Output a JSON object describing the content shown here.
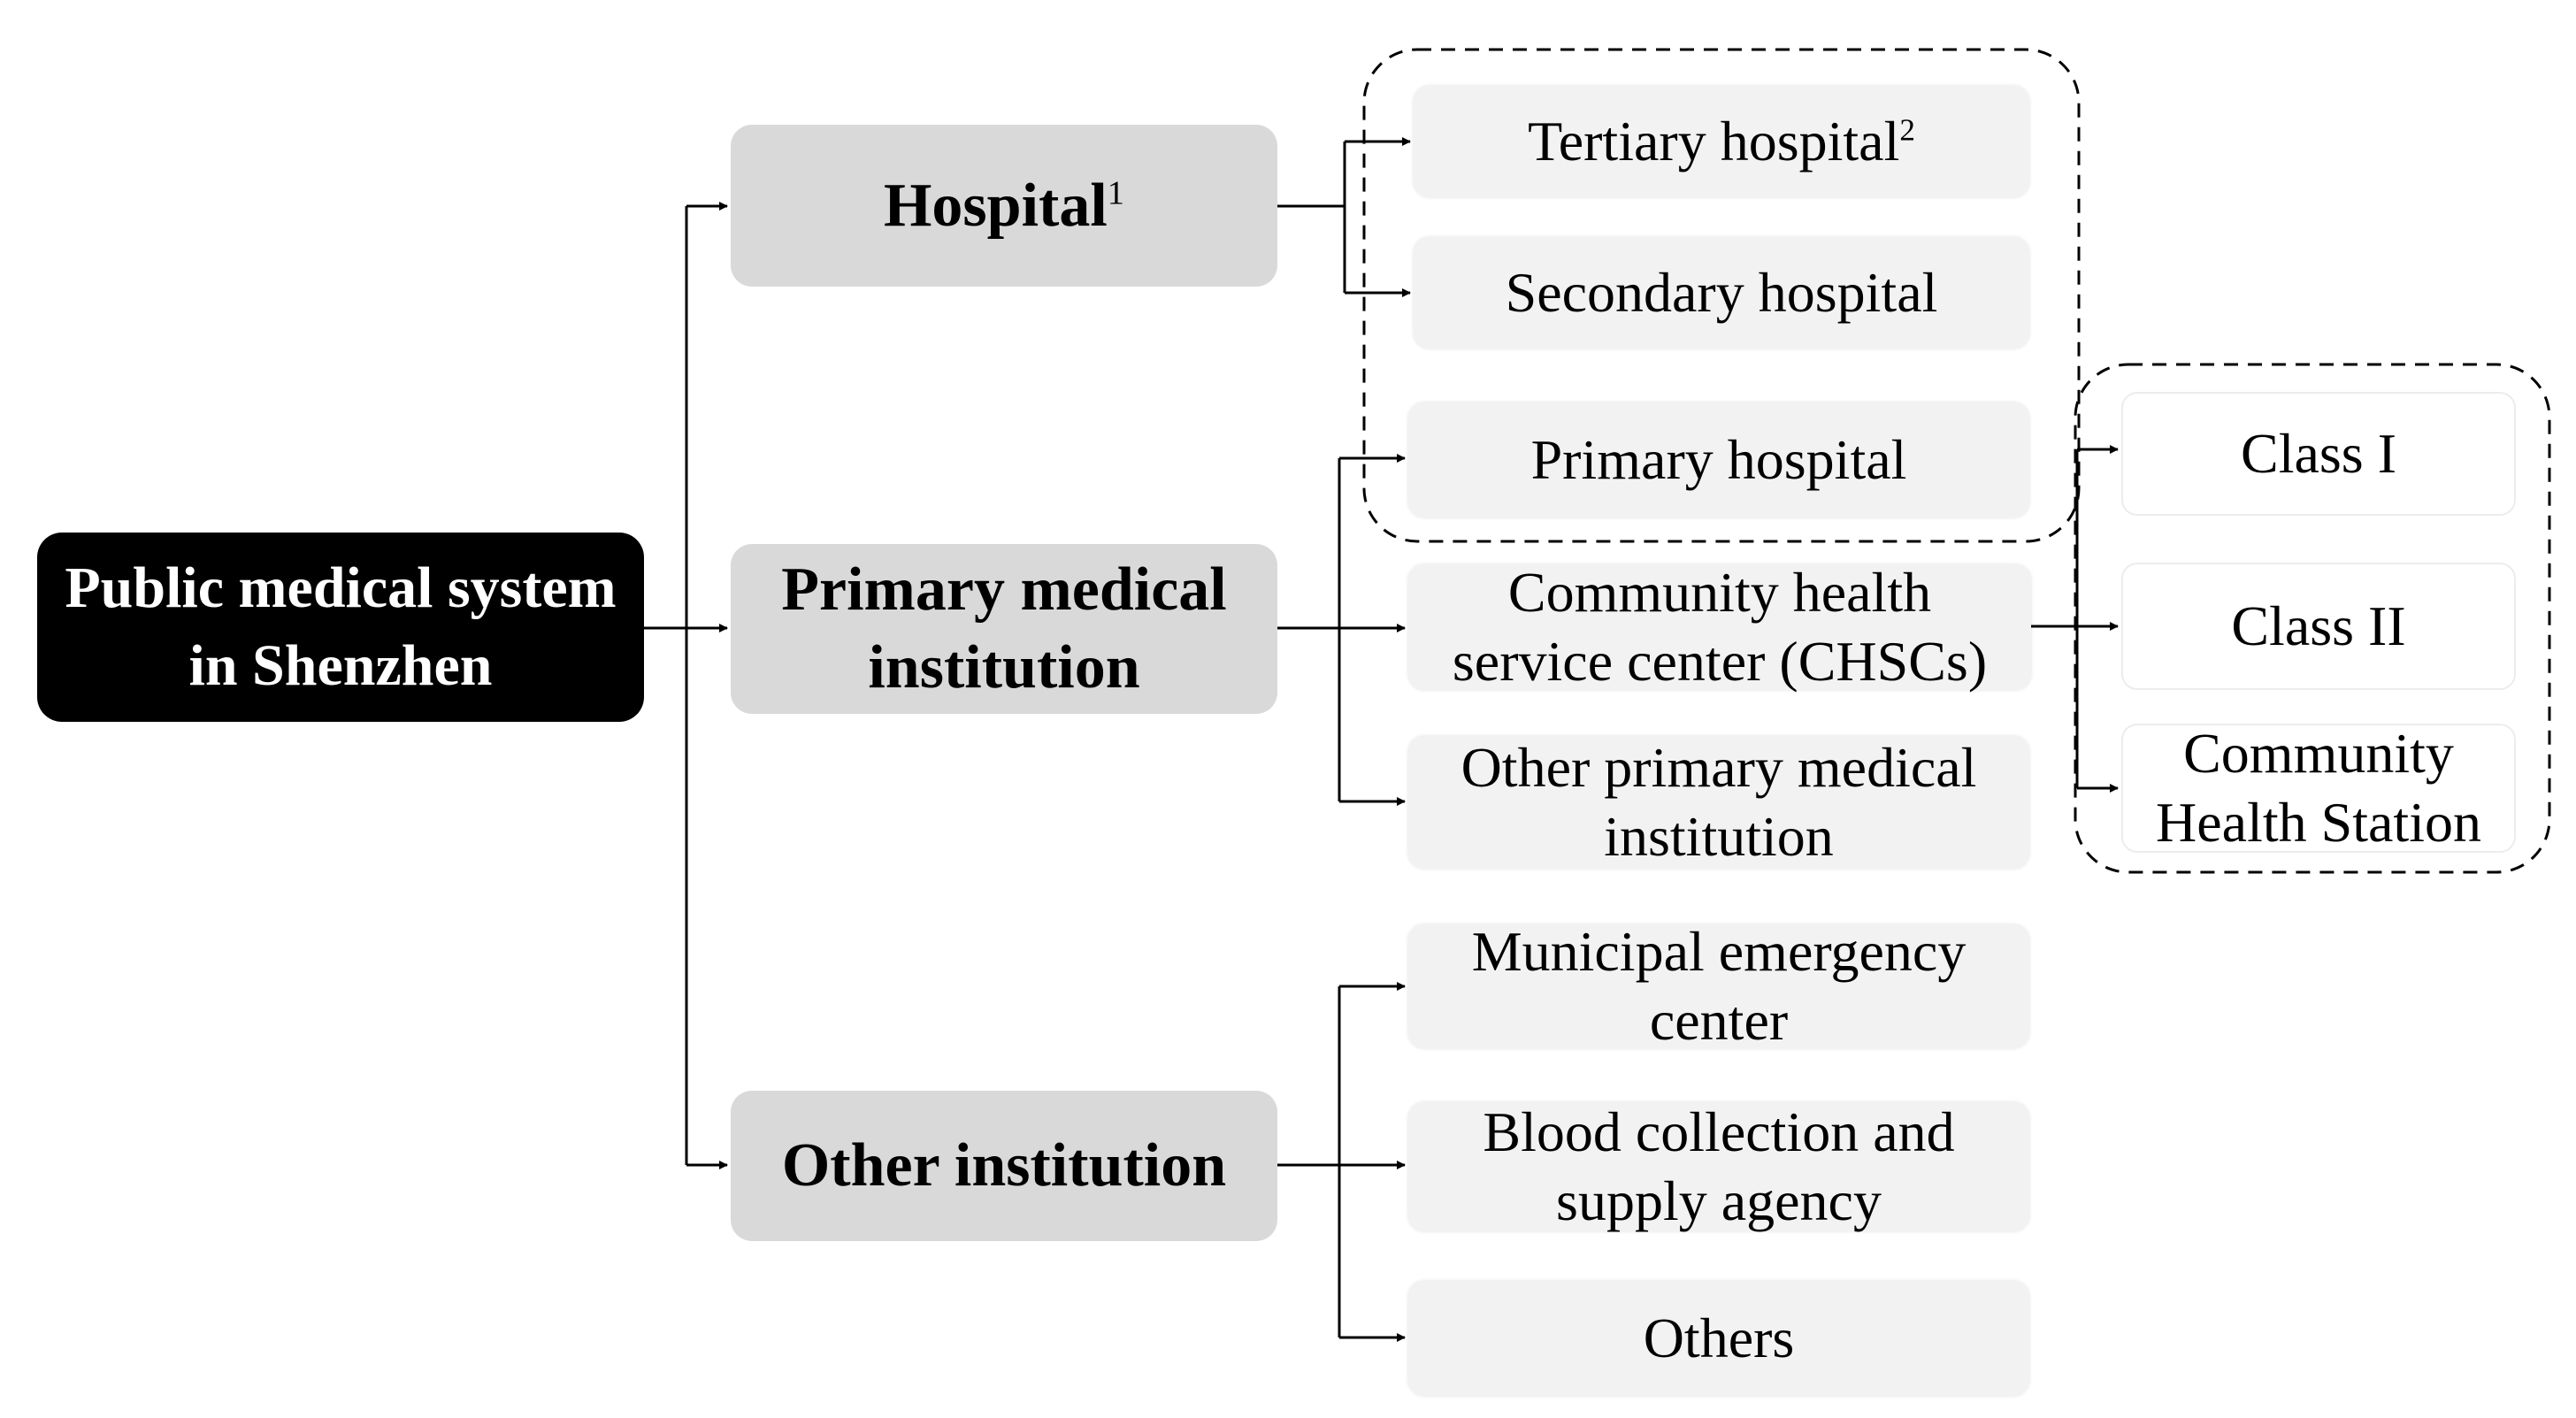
{
  "root": {
    "label": "Public medical system in Shenzhen"
  },
  "level1": {
    "hospital": {
      "label": "Hospital",
      "sup": "1"
    },
    "primary": {
      "label": "Primary medical institution"
    },
    "other": {
      "label": "Other institution"
    }
  },
  "hospital_children": {
    "tertiary": {
      "label": "Tertiary hospital",
      "sup": "2"
    },
    "secondary": {
      "label": "Secondary hospital"
    }
  },
  "primary_children": {
    "primary_hospital": {
      "label": "Primary hospital"
    },
    "chsc": {
      "label": "Community health\nservice center (CHSCs)"
    },
    "other_primary": {
      "label": "Other primary medical\ninstitution"
    }
  },
  "other_children": {
    "emergency": {
      "label": "Municipal emergency\ncenter"
    },
    "blood": {
      "label": "Blood collection and\nsupply agency"
    },
    "others": {
      "label": "Others"
    }
  },
  "classes": {
    "class1": {
      "label": "Class I"
    },
    "class2": {
      "label": "Class II"
    },
    "station": {
      "label": "Community\nHealth Station"
    }
  },
  "colors": {
    "root_fill": "#000000",
    "level1_fill": "#d9d9d9",
    "leaf_fill": "#f2f2f2",
    "line": "#000000"
  }
}
